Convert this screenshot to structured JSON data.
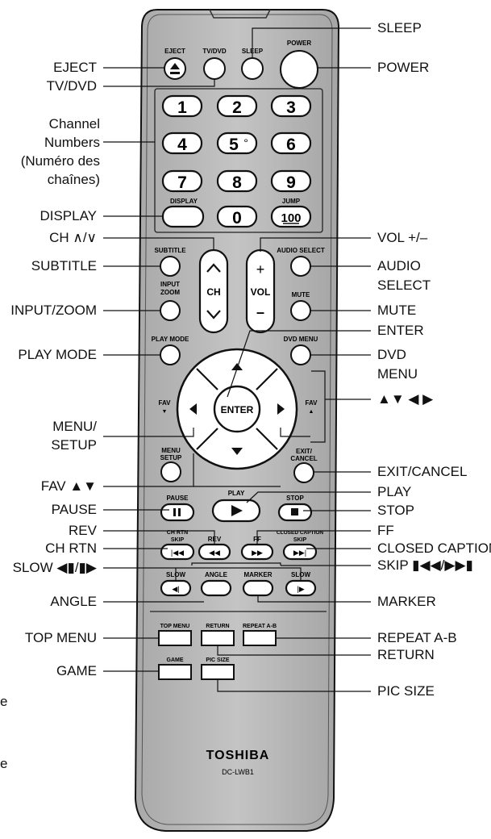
{
  "remote": {
    "brand": "TOSHIBA",
    "model": "DC-LWB1",
    "keys": {
      "eject": "EJECT",
      "tvdvd": "TV/DVD",
      "sleep": "SLEEP",
      "power": "POWER",
      "n1": "1",
      "n2": "2",
      "n3": "3",
      "n4": "4",
      "n5": "5",
      "n5dot": "°",
      "n6": "6",
      "n7": "7",
      "n8": "8",
      "n9": "9",
      "n0": "0",
      "jump": "JUMP",
      "n100": "100",
      "display": "DISPLAY",
      "subtitle": "SUBTITLE",
      "input_zoom_1": "INPUT",
      "input_zoom_2": "ZOOM",
      "ch": "CH",
      "vol": "VOL",
      "vol_plus": "+",
      "vol_minus": "–",
      "audio_select": "AUDIO SELECT",
      "mute": "MUTE",
      "play_mode": "PLAY MODE",
      "dvd_menu": "DVD MENU",
      "fav": "FAV",
      "enter": "ENTER",
      "menu_setup_1": "MENU",
      "menu_setup_2": "SETUP",
      "exit_cancel_1": "EXIT/",
      "exit_cancel_2": "CANCEL",
      "play": "PLAY",
      "pause": "PAUSE",
      "stop": "STOP",
      "ch_rtn": "CH RTN",
      "skip": "SKIP",
      "rev": "REV",
      "ff": "FF",
      "closed_caption": "CLOSED CAPTION",
      "slow": "SLOW",
      "angle": "ANGLE",
      "marker": "MARKER",
      "top_menu": "TOP MENU",
      "return": "RETURN",
      "repeat_ab": "REPEAT A-B",
      "game": "GAME",
      "pic_size": "PIC SIZE"
    }
  },
  "callouts": {
    "sleep": "SLEEP",
    "power": "POWER",
    "eject": "EJECT",
    "tvdvd": "TV/DVD",
    "channel_numbers": "Channel Numbers (Numéro des chaînes)",
    "display": "DISPLAY",
    "ch": "CH ∧/∨",
    "vol": "VOL +/–",
    "subtitle": "SUBTITLE",
    "audio_select": "AUDIO SELECT",
    "input_zoom": "INPUT/ZOOM",
    "mute": "MUTE",
    "enter": "ENTER",
    "play_mode": "PLAY MODE",
    "dvd_menu": "DVD MENU",
    "arrows": "▲▼ ◀ ▶",
    "menu_setup": "MENU/ SETUP",
    "exit_cancel": "EXIT/CANCEL",
    "fav": "FAV ▲▼",
    "play": "PLAY",
    "pause": "PAUSE",
    "stop": "STOP",
    "rev": "REV",
    "ff": "FF",
    "ch_rtn": "CH RTN",
    "closed_caption": "CLOSED CAPTION",
    "slow": "SLOW ◀▮/▮▶",
    "skip": "SKIP ▮◀◀/▶▶▮",
    "angle": "ANGLE",
    "marker": "MARKER",
    "top_menu": "TOP MENU",
    "repeat_ab": "REPEAT A-B",
    "return": "RETURN",
    "game": "GAME",
    "pic_size": "PIC SIZE"
  },
  "margin_text": [
    "e",
    "e"
  ]
}
